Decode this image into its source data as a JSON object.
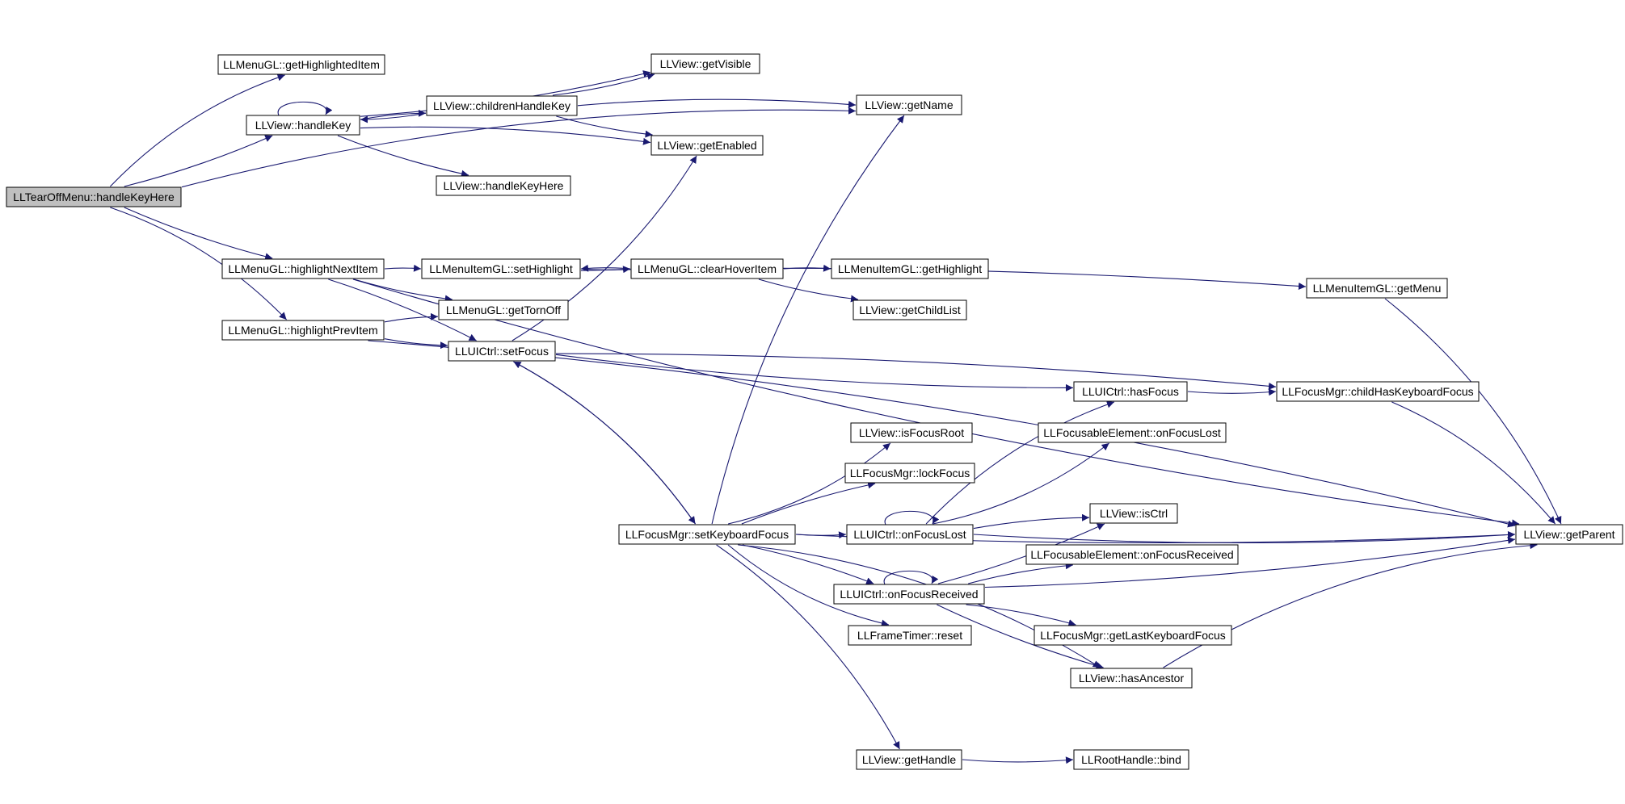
{
  "colors": {
    "edge": "#191970",
    "node_border": "#000000",
    "node_fill": "#ffffff",
    "root_fill": "#bfbfbf"
  },
  "nodes": [
    {
      "id": "root",
      "label": "LLTearOffMenu::handleKeyHere",
      "root": true
    },
    {
      "id": "getHighlightedItem",
      "label": "LLMenuGL::getHighlightedItem"
    },
    {
      "id": "handleKey",
      "label": "LLView::handleKey"
    },
    {
      "id": "childrenHandleKey",
      "label": "LLView::childrenHandleKey"
    },
    {
      "id": "getVisible",
      "label": "LLView::getVisible"
    },
    {
      "id": "getName",
      "label": "LLView::getName"
    },
    {
      "id": "getEnabled",
      "label": "LLView::getEnabled"
    },
    {
      "id": "handleKeyHere",
      "label": "LLView::handleKeyHere"
    },
    {
      "id": "highlightNextItem",
      "label": "LLMenuGL::highlightNextItem"
    },
    {
      "id": "highlightPrevItem",
      "label": "LLMenuGL::highlightPrevItem"
    },
    {
      "id": "setHighlight",
      "label": "LLMenuItemGL::setHighlight"
    },
    {
      "id": "clearHoverItem",
      "label": "LLMenuGL::clearHoverItem"
    },
    {
      "id": "getHighlight",
      "label": "LLMenuItemGL::getHighlight"
    },
    {
      "id": "getTornOff",
      "label": "LLMenuGL::getTornOff"
    },
    {
      "id": "getChildList",
      "label": "LLView::getChildList"
    },
    {
      "id": "getMenu",
      "label": "LLMenuItemGL::getMenu"
    },
    {
      "id": "setFocus",
      "label": "LLUICtrl::setFocus"
    },
    {
      "id": "hasFocus",
      "label": "LLUICtrl::hasFocus"
    },
    {
      "id": "childHasKeyboardFocus",
      "label": "LLFocusMgr::childHasKeyboardFocus"
    },
    {
      "id": "isFocusRoot",
      "label": "LLView::isFocusRoot"
    },
    {
      "id": "felOnFocusLost",
      "label": "LLFocusableElement::onFocusLost"
    },
    {
      "id": "lockFocus",
      "label": "LLFocusMgr::lockFocus"
    },
    {
      "id": "setKeyboardFocus",
      "label": "LLFocusMgr::setKeyboardFocus"
    },
    {
      "id": "onFocusLost",
      "label": "LLUICtrl::onFocusLost"
    },
    {
      "id": "isCtrl",
      "label": "LLView::isCtrl"
    },
    {
      "id": "getParent",
      "label": "LLView::getParent"
    },
    {
      "id": "felOnFocusReceived",
      "label": "LLFocusableElement::onFocusReceived"
    },
    {
      "id": "onFocusReceived",
      "label": "LLUICtrl::onFocusReceived"
    },
    {
      "id": "getLastKeyboardFocus",
      "label": "LLFocusMgr::getLastKeyboardFocus"
    },
    {
      "id": "frameTimerReset",
      "label": "LLFrameTimer::reset"
    },
    {
      "id": "hasAncestor",
      "label": "LLView::hasAncestor"
    },
    {
      "id": "getHandle",
      "label": "LLView::getHandle"
    },
    {
      "id": "rootHandleBind",
      "label": "LLRootHandle::bind"
    }
  ],
  "edges": [
    [
      "root",
      "getHighlightedItem"
    ],
    [
      "root",
      "handleKey"
    ],
    [
      "root",
      "getName"
    ],
    [
      "root",
      "highlightNextItem"
    ],
    [
      "root",
      "highlightPrevItem"
    ],
    [
      "handleKey",
      "handleKey"
    ],
    [
      "handleKey",
      "childrenHandleKey"
    ],
    [
      "handleKey",
      "getVisible"
    ],
    [
      "handleKey",
      "getEnabled"
    ],
    [
      "handleKey",
      "handleKeyHere"
    ],
    [
      "childrenHandleKey",
      "handleKey"
    ],
    [
      "childrenHandleKey",
      "getVisible"
    ],
    [
      "childrenHandleKey",
      "getName"
    ],
    [
      "childrenHandleKey",
      "getEnabled"
    ],
    [
      "highlightNextItem",
      "setHighlight"
    ],
    [
      "highlightNextItem",
      "getTornOff"
    ],
    [
      "highlightNextItem",
      "setFocus"
    ],
    [
      "highlightNextItem",
      "getParent"
    ],
    [
      "highlightPrevItem",
      "getTornOff"
    ],
    [
      "highlightPrevItem",
      "setFocus"
    ],
    [
      "highlightPrevItem",
      "getParent"
    ],
    [
      "setHighlight",
      "clearHoverItem"
    ],
    [
      "setHighlight",
      "getMenu"
    ],
    [
      "clearHoverItem",
      "setHighlight"
    ],
    [
      "clearHoverItem",
      "getHighlight"
    ],
    [
      "clearHoverItem",
      "getChildList"
    ],
    [
      "getMenu",
      "getParent"
    ],
    [
      "setFocus",
      "getEnabled"
    ],
    [
      "setFocus",
      "setKeyboardFocus"
    ],
    [
      "setFocus",
      "hasFocus"
    ],
    [
      "setFocus",
      "childHasKeyboardFocus"
    ],
    [
      "hasFocus",
      "childHasKeyboardFocus"
    ],
    [
      "childHasKeyboardFocus",
      "getParent"
    ],
    [
      "setKeyboardFocus",
      "setFocus"
    ],
    [
      "setKeyboardFocus",
      "getName"
    ],
    [
      "setKeyboardFocus",
      "isFocusRoot"
    ],
    [
      "setKeyboardFocus",
      "lockFocus"
    ],
    [
      "setKeyboardFocus",
      "onFocusLost"
    ],
    [
      "setKeyboardFocus",
      "onFocusReceived"
    ],
    [
      "setKeyboardFocus",
      "frameTimerReset"
    ],
    [
      "setKeyboardFocus",
      "hasAncestor"
    ],
    [
      "setKeyboardFocus",
      "getParent"
    ],
    [
      "setKeyboardFocus",
      "getHandle"
    ],
    [
      "onFocusLost",
      "onFocusLost"
    ],
    [
      "onFocusLost",
      "hasFocus"
    ],
    [
      "onFocusLost",
      "felOnFocusLost"
    ],
    [
      "onFocusLost",
      "isCtrl"
    ],
    [
      "onFocusLost",
      "getParent"
    ],
    [
      "onFocusReceived",
      "onFocusReceived"
    ],
    [
      "onFocusReceived",
      "isCtrl"
    ],
    [
      "onFocusReceived",
      "felOnFocusReceived"
    ],
    [
      "onFocusReceived",
      "getParent"
    ],
    [
      "onFocusReceived",
      "getLastKeyboardFocus"
    ],
    [
      "onFocusReceived",
      "hasAncestor"
    ],
    [
      "hasAncestor",
      "getParent"
    ],
    [
      "getHandle",
      "rootHandleBind"
    ]
  ]
}
